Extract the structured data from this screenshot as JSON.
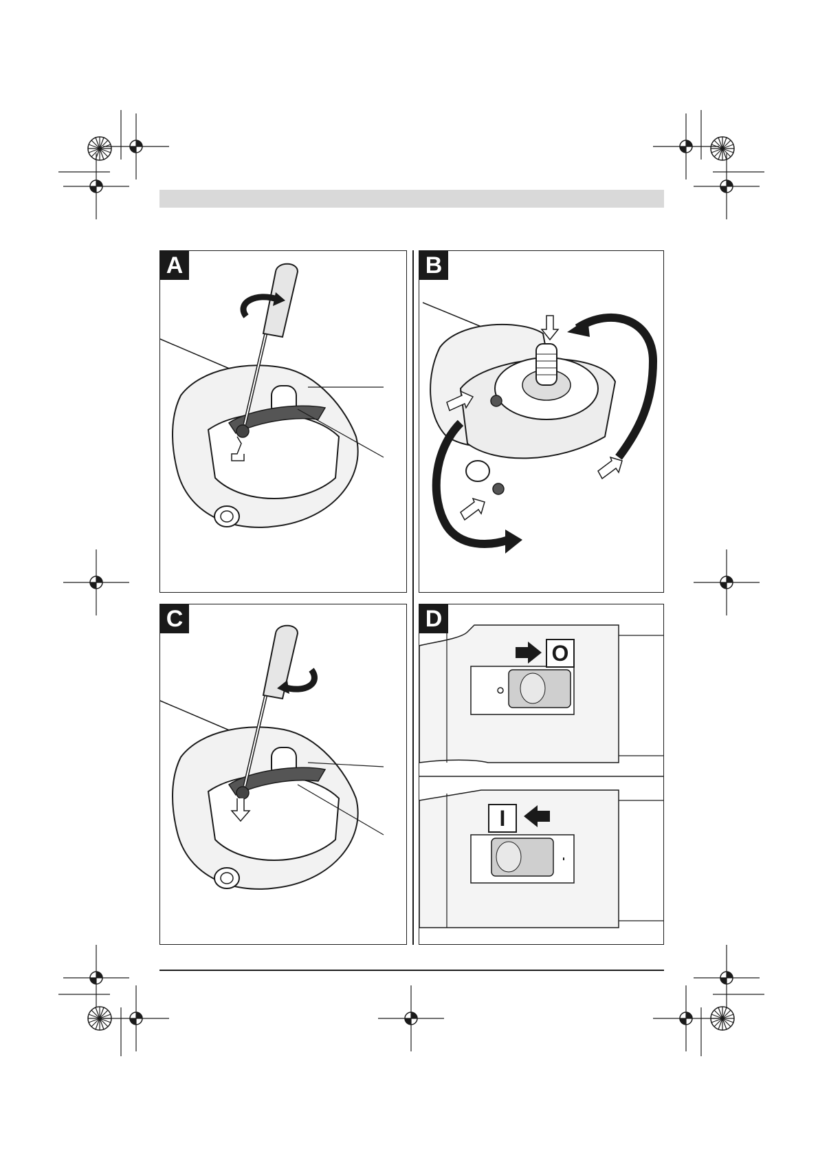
{
  "panels": [
    {
      "label": "A"
    },
    {
      "label": "B"
    },
    {
      "label": "C"
    },
    {
      "label": "D"
    }
  ],
  "switch_symbols": {
    "off": "O",
    "on": "I"
  },
  "colors": {
    "ink": "#1a1a1a",
    "header_bar": "#d9d9d9",
    "tool_gray": "#e8e8e8",
    "tool_dark": "#8c8c8c"
  },
  "icons": {
    "registration_marks": "crosshair-circle",
    "color_wheels": "radial-starburst"
  }
}
